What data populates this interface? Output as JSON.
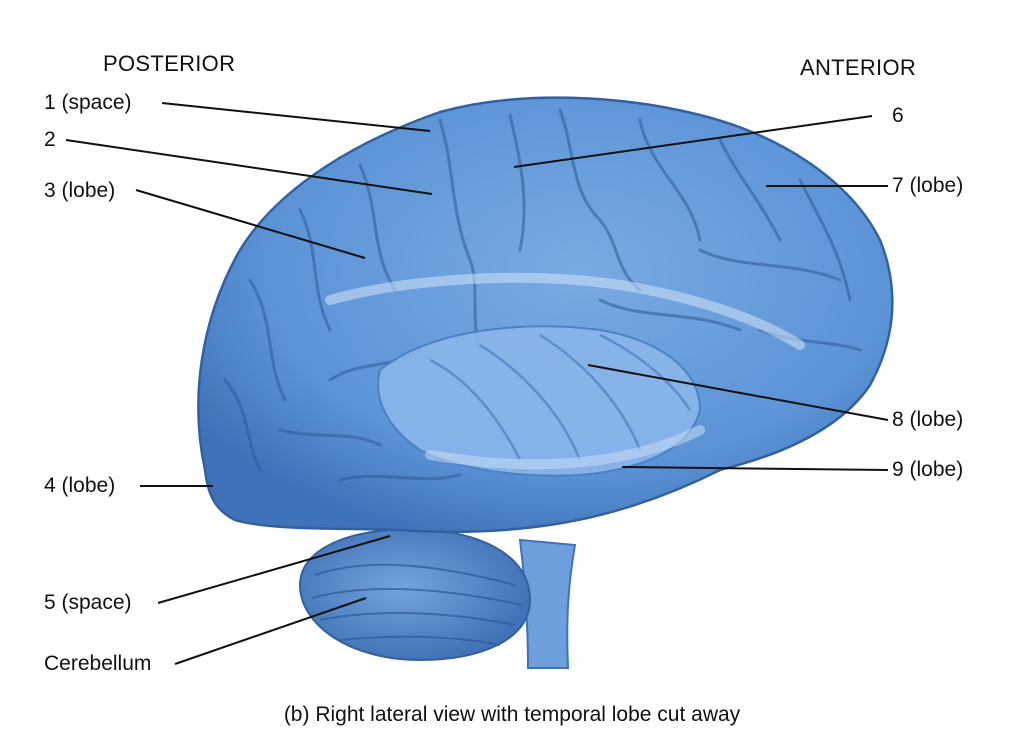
{
  "headers": {
    "posterior": "POSTERIOR",
    "anterior": "ANTERIOR"
  },
  "labels": {
    "l1": "1 (space)",
    "l2": "2",
    "l3": "3 (lobe)",
    "l4": "4 (lobe)",
    "l5": "5 (space)",
    "l6": "6",
    "l7": "7 (lobe)",
    "l8": "8 (lobe)",
    "l9": "9 (lobe)",
    "cerebellum": "Cerebellum"
  },
  "caption": "(b) Right lateral view with temporal lobe cut away",
  "colors": {
    "brain": "#5b93d6",
    "brain_dark": "#3f72b8",
    "brain_light": "#a9c8ee",
    "leader": "#111111"
  }
}
